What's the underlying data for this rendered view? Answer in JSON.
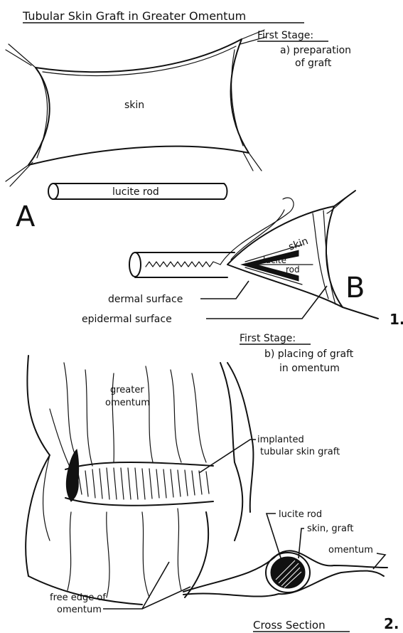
{
  "title": "Tubular Skin Graft in Greater Omentum",
  "stage_a": {
    "heading": "First Stage:",
    "subheading_line1": "a) preparation",
    "subheading_line2": "of graft"
  },
  "figure_a": {
    "letter": "A",
    "skin_label": "skin",
    "rod_label": "lucite rod"
  },
  "figure_b": {
    "letter": "B",
    "skin_label": "skin",
    "rod_label_line1": "lucite",
    "rod_label_line2": "rod",
    "dermal_label": "dermal surface",
    "epidermal_label": "epidermal surface"
  },
  "figure_number_1": "1.",
  "stage_b": {
    "heading": "First Stage:",
    "subheading_line1": "b) placing of graft",
    "subheading_line2": "in omentum"
  },
  "figure_2": {
    "omentum_label_line1": "greater",
    "omentum_label_line2": "omentum",
    "implanted_line1": "implanted",
    "implanted_line2": "tubular skin graft",
    "free_edge_line1": "free edge of",
    "free_edge_line2": "omentum"
  },
  "cross_section": {
    "rod_label": "lucite rod",
    "skin_graft_label": "skin, graft",
    "omentum_label": "omentum",
    "caption": "Cross Section"
  },
  "figure_number_2": "2."
}
